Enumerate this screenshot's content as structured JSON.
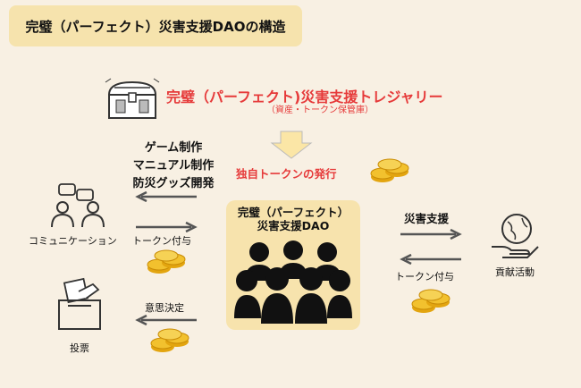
{
  "header": {
    "title": "完璧（パーフェクト）災害支援DAOの構造"
  },
  "treasury": {
    "title": "完璧（パーフェクト)災害支援トレジャリー",
    "subtitle": "（資産・トークン保管庫）",
    "icon": "treasure-chest-icon"
  },
  "token_issue": {
    "label": "独自トークンの発行",
    "icon": "coin-stack-icon"
  },
  "left_activities": {
    "items": [
      "ゲーム制作",
      "マニュアル制作",
      "防災グッズ開発"
    ]
  },
  "center": {
    "label_line1": "完璧（パーフェクト）",
    "label_line2": "災害支援DAO",
    "icon": "crowd-icon"
  },
  "left_flows": {
    "community_label": "コミュニケーション",
    "community_icon": "people-chat-icon",
    "token_grant_label": "トークン付与",
    "decision_label": "意思決定",
    "vote_label": "投票",
    "vote_icon": "ballot-box-icon"
  },
  "right_flows": {
    "support_label": "災害支援",
    "token_grant_label": "トークン付与",
    "contribution_label": "貢献活動",
    "contribution_icon": "globe-hand-icon"
  },
  "colors": {
    "background": "#f8f0e3",
    "accent_box": "#f7e3ad",
    "red_text": "#e63a3a",
    "coin": "#f2c12e",
    "arrow": "#555555"
  }
}
